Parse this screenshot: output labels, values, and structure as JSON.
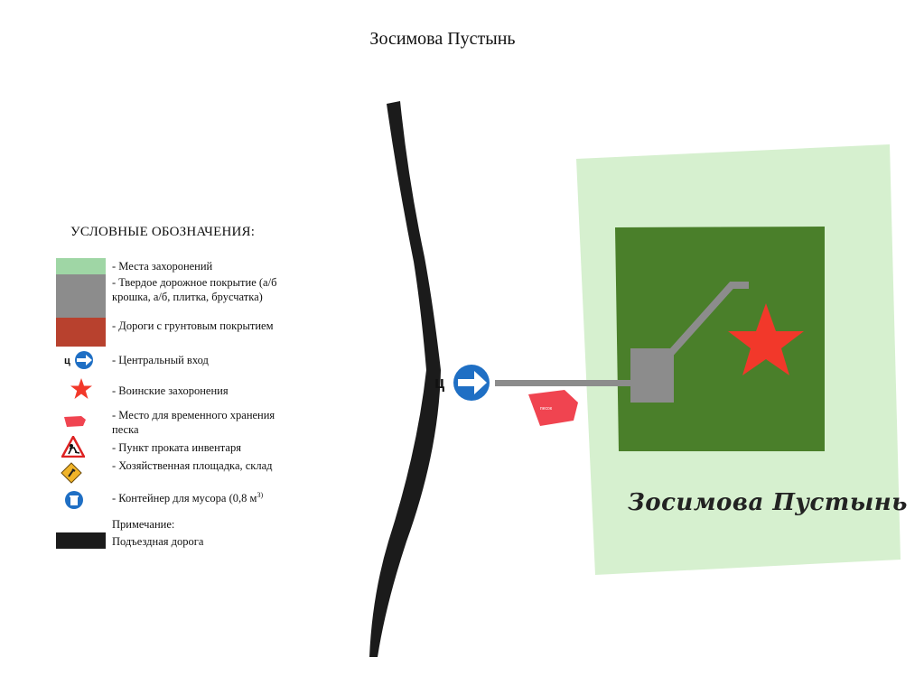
{
  "title": "Зосимова Пустынь",
  "legend": {
    "heading": "УСЛОВНЫЕ ОБОЗНАЧЕНИЯ:",
    "burial_places": "- Места захоронений",
    "hard_surface": "- Твердое дорожное покрытие (а/б крошка, а/б, плитка, брусчатка)",
    "dirt_roads": "- Дороги с грунтовым покрытием",
    "central_entrance": "- Центральный вход",
    "entrance_letter": "ц",
    "military_burials": "- Воинские захоронения",
    "sand_storage": "- Место для временного хранения песка",
    "equipment_rental": "- Пункт проката инвентаря",
    "utility_area": "- Хозяйственная площадка, склад",
    "waste_container": "- Контейнер для мусора (0,8 м",
    "waste_container_sup": "3)",
    "note": "Примечание:",
    "access_road": "Подъездная дорога"
  },
  "map": {
    "entrance_letter": "ц",
    "site_label": "Зосимова Пустынь",
    "sand_label": "песок"
  },
  "colors": {
    "burial_light": "#d6f0cf",
    "burial_dark": "#4a7f2a",
    "hard_surface": "#8c8c8c",
    "dirt_road": "#b8412e",
    "access_road": "#1b1b1b",
    "entrance_sign": "#1f6fc4",
    "military_star": "#f2382a",
    "sand": "#f04450"
  }
}
